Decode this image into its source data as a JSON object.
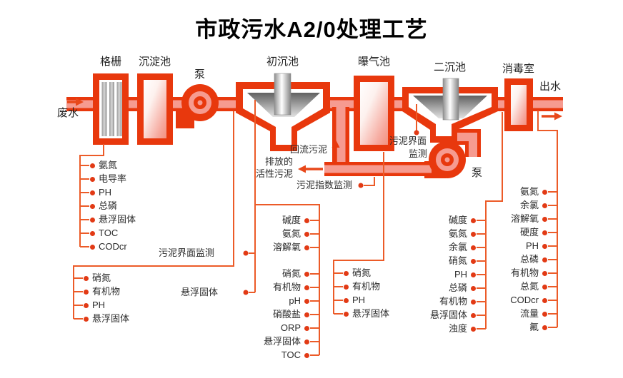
{
  "title": "市政污水A2/0处理工艺",
  "colors": {
    "tank_red": "#E8380D",
    "pipe_pink": "#F69B90",
    "connector_orange": "#EC5B28",
    "dot_red": "#E23A15",
    "arrow_orange": "#E8481A"
  },
  "units": {
    "influent": "废水",
    "screen": "格栅",
    "sedimentation": "沉淀池",
    "pump1": "泵",
    "primary": "初沉池",
    "aeration": "曝气池",
    "secondary": "二沉池",
    "disinfection": "消毒室",
    "effluent": "出水",
    "pump2": "泵"
  },
  "flows": {
    "return_sludge": "回流污泥",
    "discharged_line1": "排放的",
    "discharged_line2": "活性污泥",
    "sludge_index_monitor": "污泥指数监测",
    "sludge_interface_monitor_primary": "污泥界面监测",
    "sludge_interface_monitor_secondary_line1": "污泥界面",
    "sludge_interface_monitor_secondary_line2": "监测",
    "suspended_solids_tap": "悬浮固体"
  },
  "groups": {
    "influent_params": [
      "氨氮",
      "电导率",
      "PH",
      "总磷",
      "悬浮固体",
      "TOC",
      "CODcr"
    ],
    "after_pump_params": [
      "硝氮",
      "有机物",
      "PH",
      "悬浮固体"
    ],
    "primary_params_a": [
      "碱度",
      "氨氮",
      "溶解氧"
    ],
    "primary_params_b": [
      "硝氮",
      "有机物",
      "pH",
      "硝酸盐",
      "ORP",
      "悬浮固体",
      "TOC"
    ],
    "aeration_params": [
      "硝氮",
      "有机物",
      "PH",
      "悬浮固体"
    ],
    "secondary_params": [
      "碱度",
      "氨氮",
      "余氯",
      "硝氮",
      "PH",
      "总磷",
      "有机物",
      "悬浮固体",
      "浊度"
    ],
    "effluent_params": [
      "氨氮",
      "余氯",
      "溶解氧",
      "硬度",
      "PH",
      "总磷",
      "有机物",
      "总氮",
      "CODcr",
      "流量",
      "氟"
    ]
  }
}
